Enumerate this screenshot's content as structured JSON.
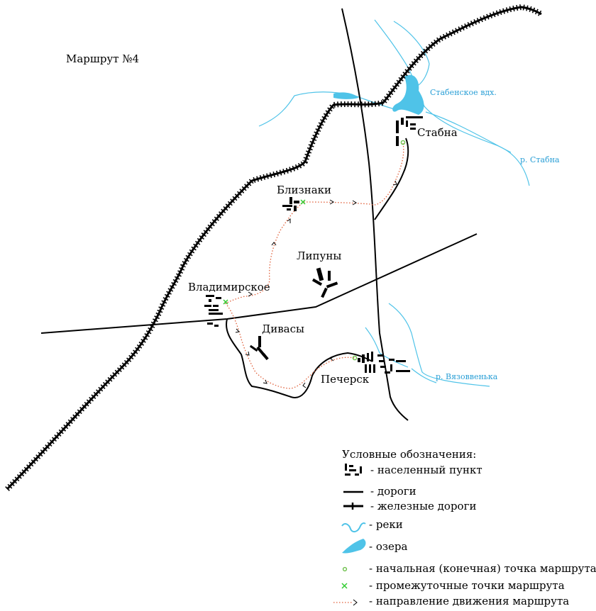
{
  "title": "Маршрут №4",
  "places": {
    "stabna": "Стабна",
    "bliznaki": "Близнаки",
    "lipuny": "Липуны",
    "vladimirskoe": "Владимирское",
    "divasy": "Дивасы",
    "pechersk": "Печерск"
  },
  "water": {
    "reservoir": "Стабенское вдх.",
    "river_stabna": "р. Стабна",
    "river_vyazovvenka": "р. Вязоввенька"
  },
  "legend": {
    "heading": "Условные обозначения:",
    "items": [
      {
        "key": "settlement",
        "label": "- населенный пункт"
      },
      {
        "key": "road",
        "label": "- дороги"
      },
      {
        "key": "railway",
        "label": "- железные дороги"
      },
      {
        "key": "river",
        "label": "- реки"
      },
      {
        "key": "lake",
        "label": "- озера"
      },
      {
        "key": "start",
        "label": "- начальная (конечная) точка маршрута"
      },
      {
        "key": "waypoint",
        "label": "- промежуточные точки маршрута"
      },
      {
        "key": "direction",
        "label": "- направление движения маршрута"
      }
    ]
  },
  "colors": {
    "road": "#000000",
    "railway": "#000000",
    "water": "#4fc3e8",
    "water_label": "#2a9fd6",
    "route": "#e0603a",
    "start_point": "#6cc04a",
    "waypoint": "#33cc33"
  }
}
